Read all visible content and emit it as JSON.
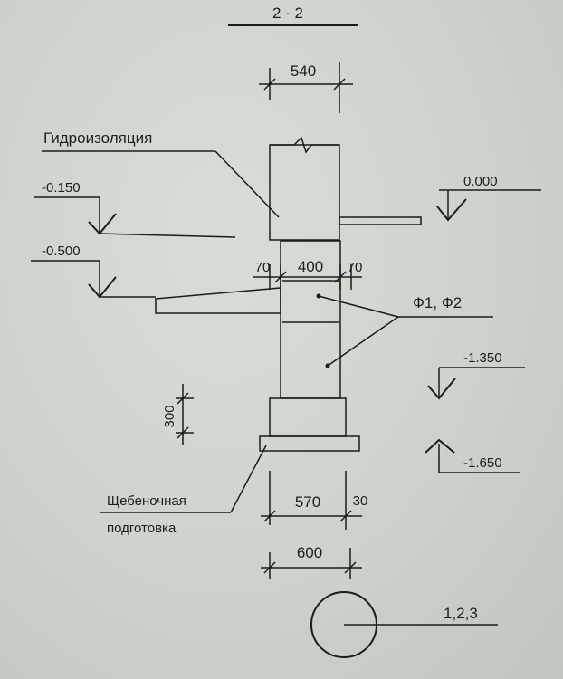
{
  "section_title": "2 - 2",
  "labels": {
    "waterproofing": "Гидроизоляция",
    "gravel_bedding_line1": "Щебеночная",
    "gravel_bedding_line2": "подготовка",
    "reinforcement": "Ф1, Ф2",
    "bubble_ref": "1,2,3"
  },
  "levels": {
    "zero": "0.000",
    "minus_150": "-0.150",
    "minus_500": "-0.500",
    "minus_1350": "-1.350",
    "minus_1650": "-1.650"
  },
  "dimensions": {
    "wall_width": "540",
    "left_offset": "70",
    "column_width": "400",
    "right_offset": "70",
    "block_height": "300",
    "base_width": "570",
    "base_extra": "30",
    "bottom_width": "600"
  }
}
